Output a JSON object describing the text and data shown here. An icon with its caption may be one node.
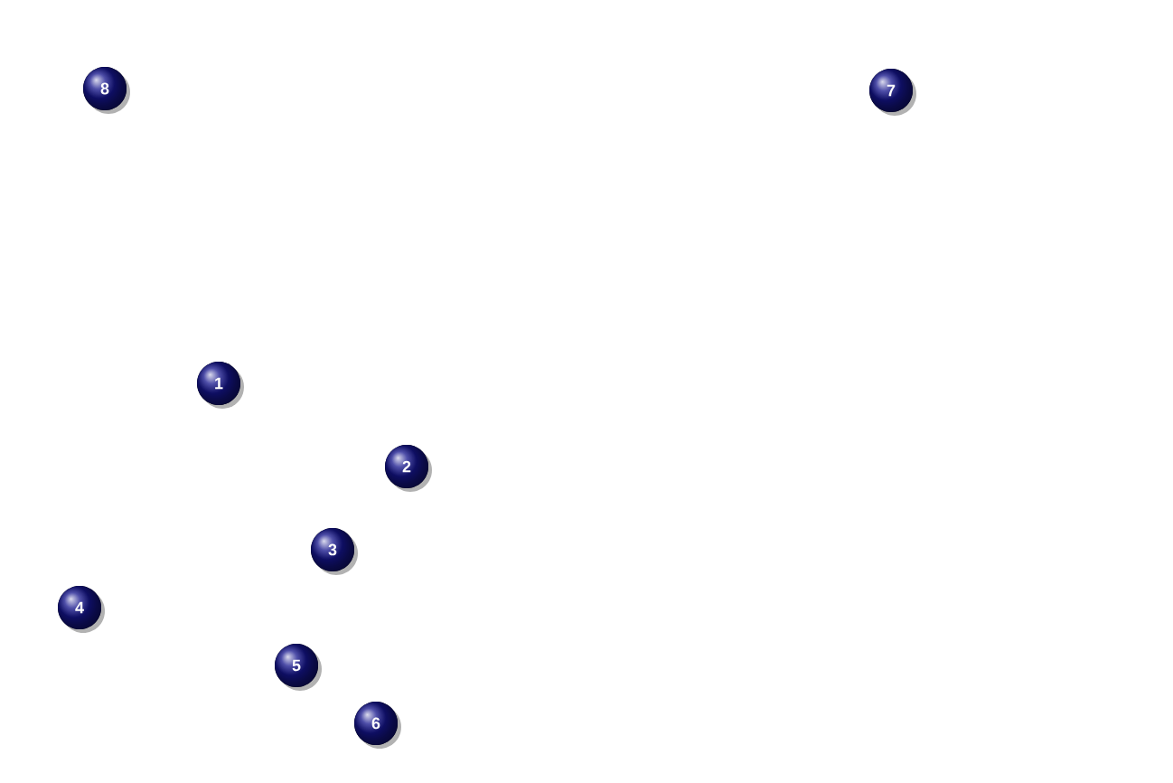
{
  "diagram": {
    "labels": [
      "8",
      "7",
      "1",
      "2",
      "3",
      "4",
      "5",
      "6"
    ]
  }
}
